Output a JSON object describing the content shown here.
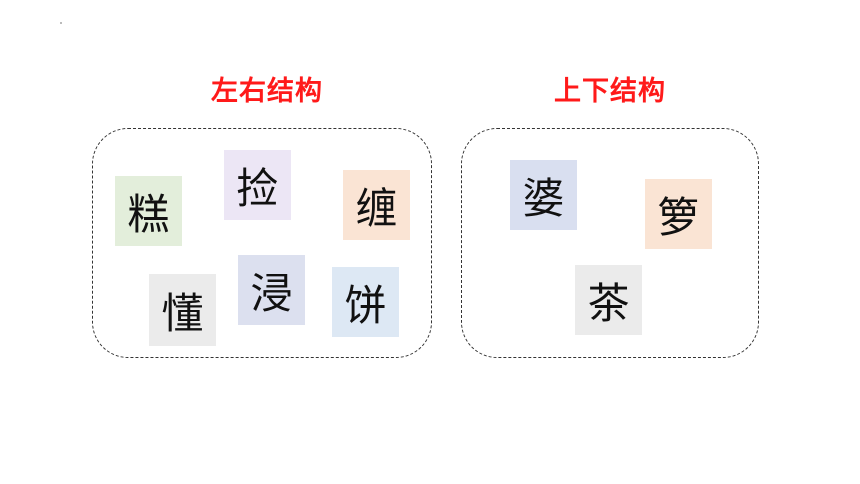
{
  "groups": {
    "left": {
      "title": "左右结构",
      "chars": [
        {
          "char": "糕",
          "color": "#e3eedb"
        },
        {
          "char": "捡",
          "color": "#ece6f5"
        },
        {
          "char": "缠",
          "color": "#fae4d4"
        },
        {
          "char": "懂",
          "color": "#ebebeb"
        },
        {
          "char": "浸",
          "color": "#dce0ef"
        },
        {
          "char": "饼",
          "color": "#dde8f4"
        }
      ]
    },
    "right": {
      "title": "上下结构",
      "chars": [
        {
          "char": "婆",
          "color": "#d9dff0"
        },
        {
          "char": "箩",
          "color": "#fae4d4"
        },
        {
          "char": "茶",
          "color": "#ebebeb"
        }
      ]
    }
  },
  "colors": {
    "heading": "#ff1a1a",
    "border": "#333333"
  }
}
